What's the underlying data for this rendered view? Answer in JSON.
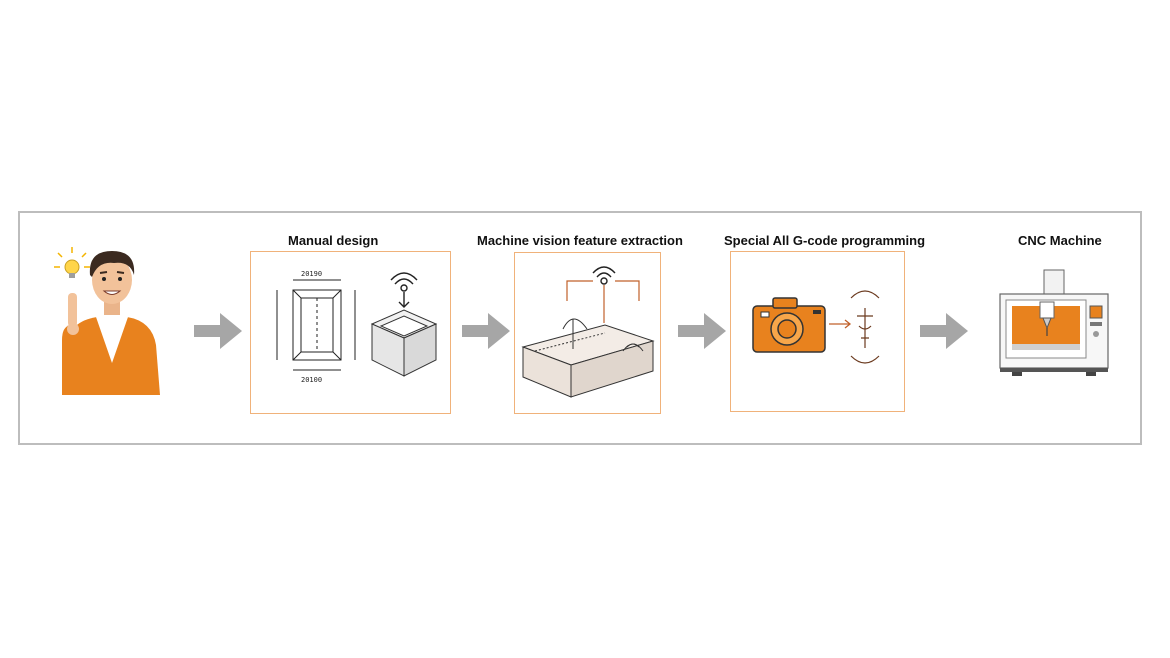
{
  "steps": [
    {
      "label": "Manual design"
    },
    {
      "label": "Machine vision feature extraction"
    },
    {
      "label": "Special All G-code programming"
    },
    {
      "label": "CNC Machine"
    }
  ],
  "drawing": {
    "dim_top": "20190",
    "dim_bottom": "20100"
  },
  "colors": {
    "accent": "#e8821e",
    "panel_border": "#f0b27a",
    "arrow": "#a6a6a6",
    "frame": "#bdbdbd"
  },
  "icons": [
    "lightbulb-icon",
    "arrow-right-icon",
    "wifi-signal-icon",
    "camera-icon",
    "spindle-icon",
    "cnc-machine-icon"
  ]
}
